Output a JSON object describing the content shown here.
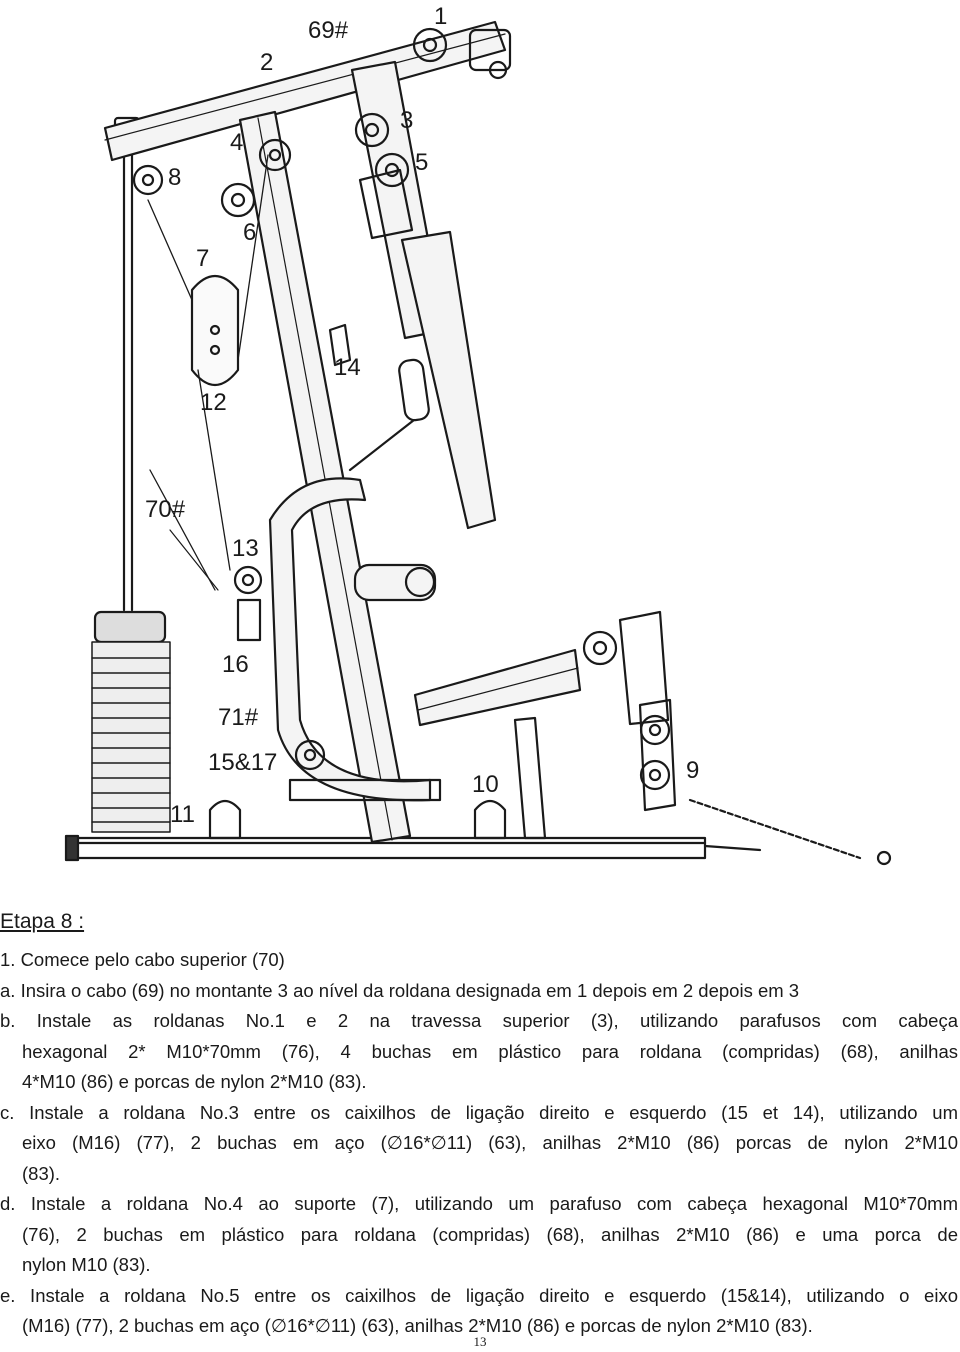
{
  "diagram": {
    "labels": {
      "l1": "1",
      "l69": "69#",
      "l2": "2",
      "l3": "3",
      "l4": "4",
      "l5": "5",
      "l8": "8",
      "l6": "6",
      "l7": "7",
      "l14": "14",
      "l12": "12",
      "l70": "70#",
      "l13": "13",
      "l16": "16",
      "l71": "71#",
      "l1517": "15&17",
      "l11": "11",
      "l10": "10",
      "l9": "9"
    }
  },
  "instructions": {
    "heading": "Etapa 8 :",
    "lines": [
      "1. Comece pelo cabo superior (70)",
      "a. Insira o cabo (69) no montante 3 ao nível da roldana designada em 1 depois em 2 depois em 3",
      "b. Instale as roldanas No.1 e 2 na travessa superior (3), utilizando parafusos com cabeça",
      "hexagonal 2* M10*70mm (76), 4 buchas em plástico para roldana (compridas) (68), anilhas",
      "4*M10 (86) e porcas de nylon 2*M10 (83).",
      "c. Instale a roldana No.3 entre os caixilhos de ligação direito e esquerdo (15 et 14), utilizando um",
      "eixo (M16) (77), 2 buchas em aço (∅16*∅11) (63), anilhas 2*M10 (86) porcas de nylon 2*M10",
      "(83).",
      "d. Instale a roldana No.4 ao suporte (7), utilizando um parafuso com cabeça hexagonal M10*70mm",
      "(76), 2 buchas em plástico para roldana (compridas) (68), anilhas 2*M10 (86) e uma porca de",
      "nylon M10 (83).",
      "e. Instale a roldana No.5 entre os caixilhos de ligação direito e esquerdo (15&14), utilizando o eixo",
      "(M16) (77), 2 buchas em aço (∅16*∅11) (63), anilhas 2*M10 (86) e porcas de nylon 2*M10 (83)."
    ]
  },
  "page_number": "13"
}
